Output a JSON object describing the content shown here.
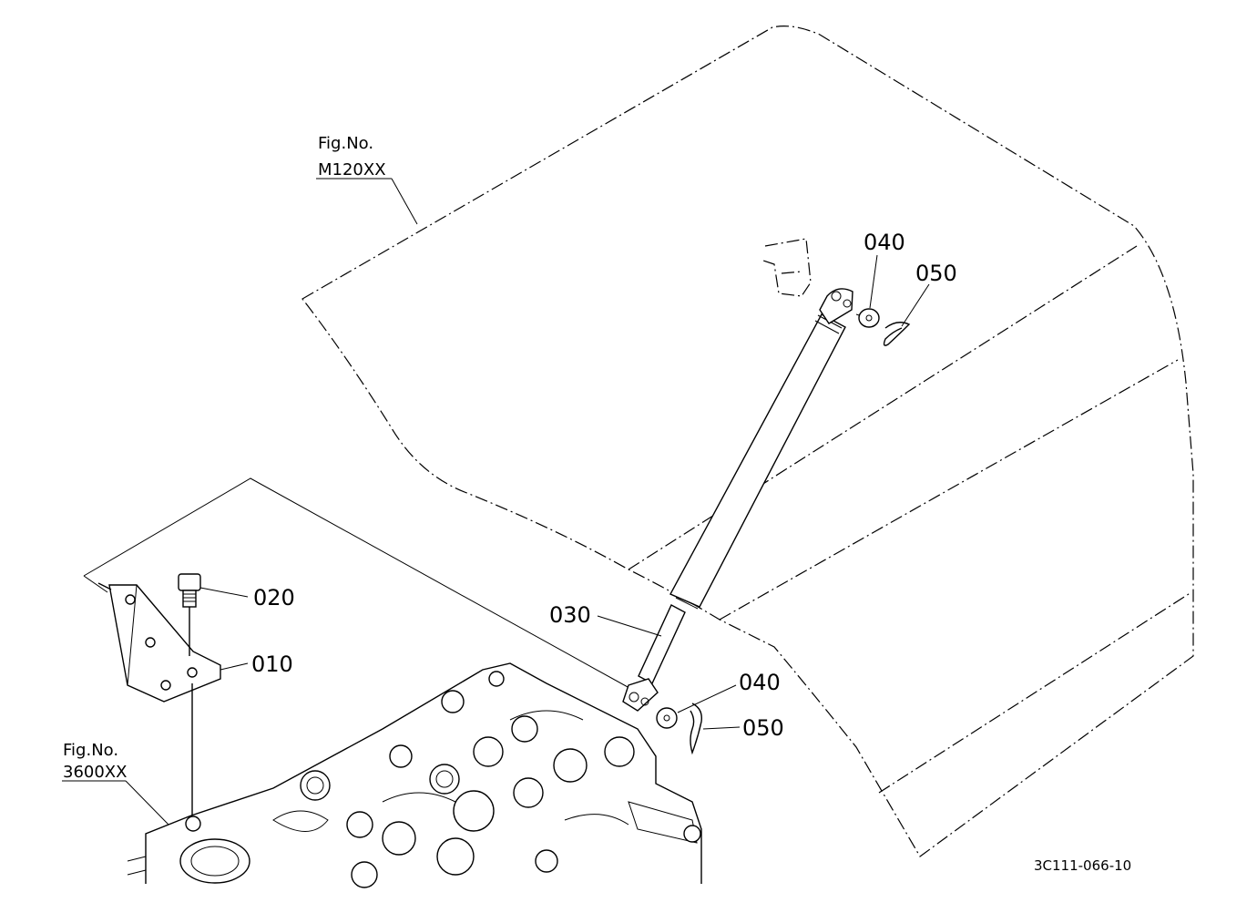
{
  "figure_refs": {
    "hood": {
      "line1": "Fig.No.",
      "line2": "M120XX"
    },
    "engine": {
      "line1": "Fig.No.",
      "line2": "3600XX"
    }
  },
  "callouts": {
    "p010": "010",
    "p020": "020",
    "p030": "030",
    "p040_top": "040",
    "p050_top": "050",
    "p040_bottom": "040",
    "p050_bottom": "050"
  },
  "drawing_code": "3C111-066-10",
  "colors": {
    "line": "#000000",
    "background": "#ffffff"
  }
}
